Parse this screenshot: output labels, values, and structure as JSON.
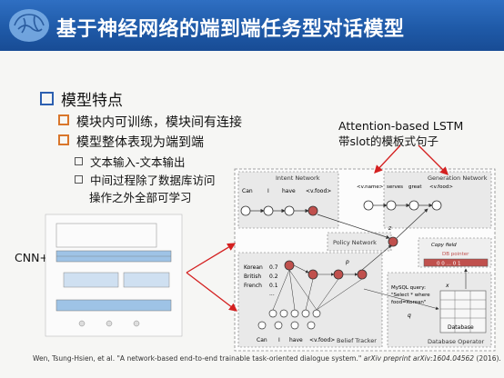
{
  "slide": {
    "title": "基于神经网络的端到端任务型对话模型",
    "bullets": {
      "l1": "模型特点",
      "l2a": "模块内可训练，模块间有连接",
      "l2b": "模型整体表现为端到端",
      "l3a": "文本输入-文本输出",
      "l3b_line1": "中间过程除了数据库访问",
      "l3b_line2": "操作之外全部可学习"
    },
    "annotation_line1": "Attention-based LSTM",
    "annotation_line2": "带slot的模板式句子",
    "cnn_label": "CNN+RNN",
    "citation": "Wen, Tsung-Hsien, et al. \"A network-based end-to-end trainable task-oriented dialogue system.\" ",
    "citation_italic": "arXiv preprint arXiv:1604.04562",
    "citation_tail": " (2016)."
  },
  "diagram": {
    "intent_network": "Intent Network",
    "generation_network": "Generation Network",
    "policy_network": "Policy Network",
    "belief_tracker": "Belief Tracker",
    "database_operator": "Database Operator",
    "database": "Database",
    "copy_field": "Copy field",
    "db_pointer": "DB pointer",
    "mysql1": "MySQL query:",
    "mysql2": "\"Select * where",
    "mysql3": "food=Korean\"",
    "w_can": "Can",
    "w_i": "I",
    "w_have": "have",
    "w_food": "<v.food>",
    "gen_name": "<v.name>",
    "gen_serves": "serves",
    "gen_great": "great",
    "gen_food": "<v.food>",
    "b_korean": "Korean",
    "b_korean_v": "0.7",
    "b_british": "British",
    "b_british_v": "0.2",
    "b_french": "French",
    "b_french_v": "0.1",
    "b_dots": "...",
    "z_label": "z",
    "p_label": "p",
    "q_label": "q",
    "x_label": "x",
    "db_row": "0 0 … 0 1",
    "bc_can": "Can",
    "bc_i": "I",
    "bc_have": "have",
    "bc_food": "<v.food>"
  },
  "colors": {
    "header": "#1f5aa8",
    "accent_red": "#c0504d",
    "bullet1": "#2c5fb0",
    "bullet2": "#d9762b"
  }
}
